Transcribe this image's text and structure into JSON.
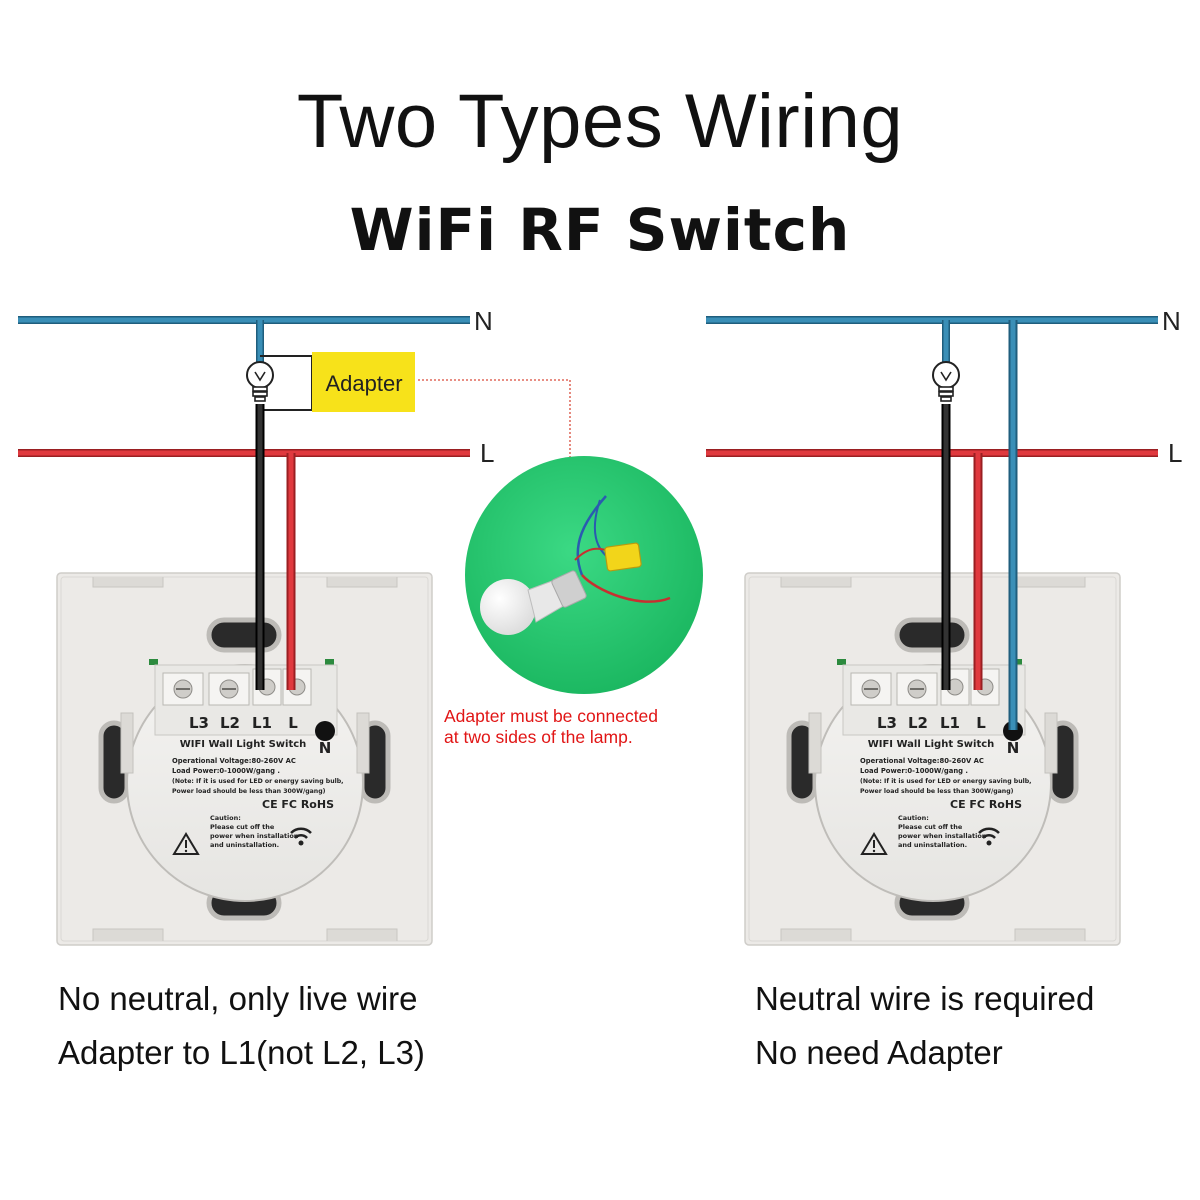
{
  "title": "Two Types Wiring",
  "subtitle": "WiFi RF Switch",
  "wire_labels": {
    "neutral": "N",
    "live": "L"
  },
  "adapter": {
    "label": "Adapter",
    "note_line1": "Adapter must be connected",
    "note_line2": "at two sides of the lamp."
  },
  "switch_module": {
    "terminals": [
      "L3",
      "L2",
      "L1",
      "L"
    ],
    "neutral_terminal": "N",
    "name": "WIFI Wall Light Switch",
    "spec_line1": "Operational Voltage:80-260V AC",
    "spec_line2": "Load Power:0-1000W/gang .",
    "spec_line3": "(Note: If it is used for LED or energy saving bulb,",
    "spec_line4": "Power load should be less than 300W/gang)",
    "certs": "CE FC RoHS",
    "caution_title": "Caution:",
    "caution_line1": "Please cut off the",
    "caution_line2": "power when installation",
    "caution_line3": "and uninstallation."
  },
  "left_panel": {
    "caption_line1": "No neutral, only live wire",
    "caption_line2": "Adapter to L1(not L2, L3)"
  },
  "right_panel": {
    "caption_line1": "Neutral wire is required",
    "caption_line2": "No need Adapter"
  },
  "colors": {
    "neutral_wire": "#3a8fb7",
    "live_wire": "#e0393e",
    "load_wire": "#222222",
    "adapter_box": "#f7e21a",
    "photo_background": "#22c46b",
    "note_text": "#e11515"
  }
}
